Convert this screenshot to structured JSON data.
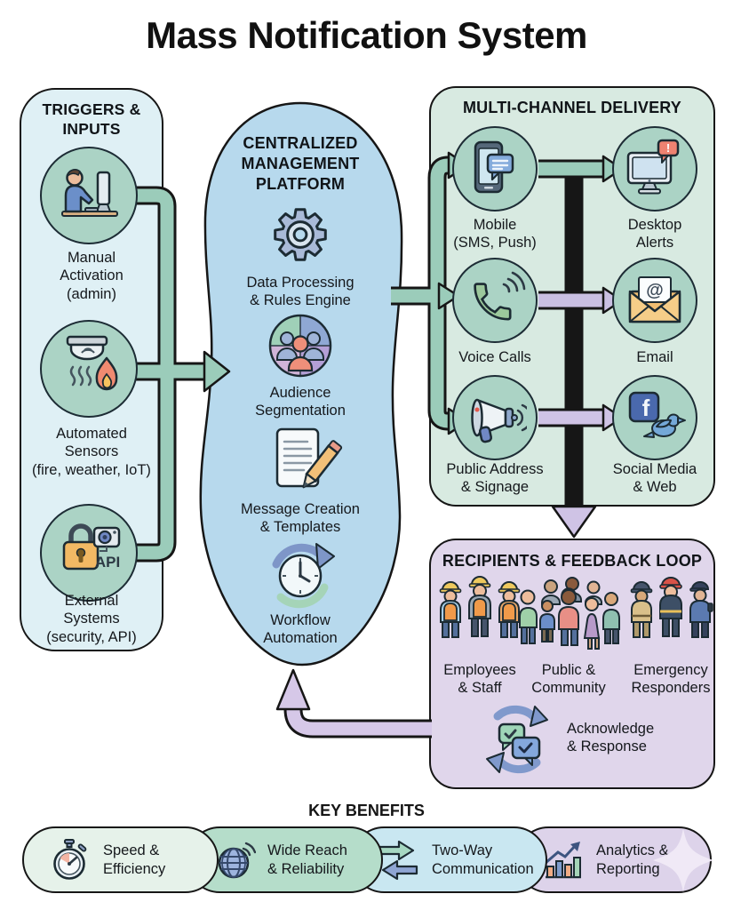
{
  "title": "Mass Notification System",
  "triggers": {
    "header": "TRIGGERS &\nINPUTS",
    "items": [
      {
        "label": "Manual\nActivation\n(admin)",
        "icon": "person-at-computer-icon"
      },
      {
        "label": "Automated\nSensors\n(fire, weather, IoT)",
        "icon": "smoke-detector-flame-icon"
      },
      {
        "label": "External\nSystems\n(security, API)",
        "icon": "lock-camera-icon",
        "badge": "API"
      }
    ]
  },
  "platform": {
    "header": "CENTRALIZED\nMANAGEMENT\nPLATFORM",
    "items": [
      {
        "label": "Data Processing\n& Rules Engine",
        "icon": "gear-icon"
      },
      {
        "label": "Audience\nSegmentation",
        "icon": "audience-pie-icon"
      },
      {
        "label": "Message Creation\n& Templates",
        "icon": "document-pencil-icon"
      },
      {
        "label": "Workflow\nAutomation",
        "icon": "clock-cycle-icon"
      }
    ]
  },
  "delivery": {
    "header": "MULTI-CHANNEL DELIVERY",
    "channels": [
      {
        "label": "Mobile\n(SMS, Push)",
        "icon": "smartphone-chat-icon"
      },
      {
        "label": "Desktop\nAlerts",
        "icon": "desktop-alert-icon"
      },
      {
        "label": "Voice Calls",
        "icon": "phone-handset-icon"
      },
      {
        "label": "Email",
        "icon": "envelope-at-icon"
      },
      {
        "label": "Public Address\n& Signage",
        "icon": "megaphone-icon"
      },
      {
        "label": "Social Media\n& Web",
        "icon": "facebook-twitter-icon"
      }
    ]
  },
  "recipients": {
    "header": "RECIPIENTS & FEEDBACK LOOP",
    "groups": [
      {
        "label": "Employees\n& Staff",
        "icon": "workers-group-icon"
      },
      {
        "label": "Public &\nCommunity",
        "icon": "community-group-icon"
      },
      {
        "label": "Emergency\nResponders",
        "icon": "responders-group-icon"
      }
    ],
    "feedback": {
      "label": "Acknowledge\n& Response",
      "icon": "chat-sync-icon"
    }
  },
  "benefits": {
    "header": "KEY BENEFITS",
    "items": [
      {
        "label": "Speed &\nEfficiency",
        "icon": "stopwatch-icon"
      },
      {
        "label": "Wide Reach\n& Reliability",
        "icon": "globe-signal-icon"
      },
      {
        "label": "Two-Way\nCommunication",
        "icon": "two-way-arrows-icon"
      },
      {
        "label": "Analytics &\nReporting",
        "icon": "chart-growth-icon"
      }
    ]
  },
  "colors": {
    "outline": "#161616",
    "teal_pipe": "#9bccba",
    "lavender_pipe": "#d4c5e6",
    "circle_fill": "#abd3c5",
    "triggers_panel": "#dff0f5",
    "platform_blob": "#b7d9ed",
    "delivery_panel": "#d8eae1",
    "recipients_panel": "#e0d6eb",
    "benefit_speed": "#e6f2ea",
    "benefit_reach": "#b5ddca",
    "benefit_twoway": "#c9e7f1",
    "benefit_analytics": "#ddd3ea"
  }
}
